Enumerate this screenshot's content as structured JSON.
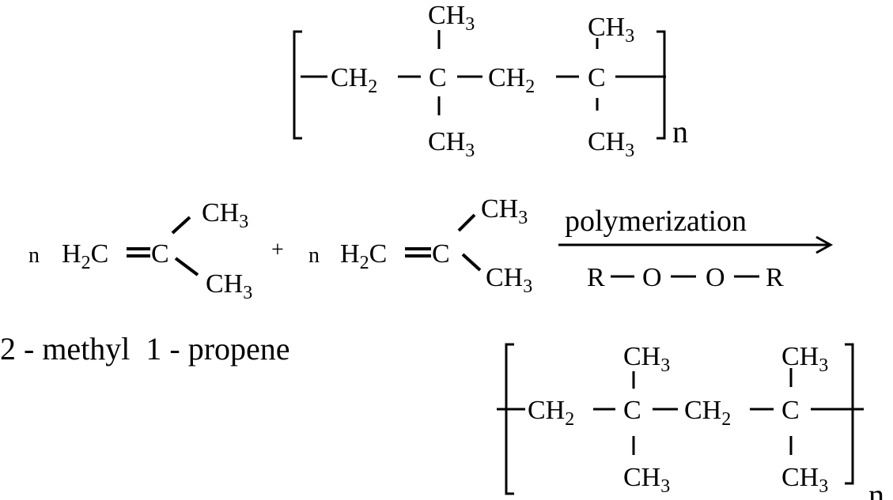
{
  "polymer_top": {
    "ch2": "CH",
    "two": "2",
    "c": "C",
    "ch3": "CH",
    "three": "3",
    "n": "n"
  },
  "monomer": {
    "n": "n",
    "h": "H",
    "two": "2",
    "c_left": "C",
    "c": "C",
    "ch": "CH",
    "three": "3",
    "plus": "+"
  },
  "reaction": {
    "above_arrow": "polymerization",
    "r": "R",
    "o": "O"
  },
  "name_label": "2 - methyl  1 - propene",
  "polymer_bottom": {
    "ch2": "CH",
    "two": "2",
    "c": "C",
    "ch3": "CH",
    "three": "3",
    "n": "n"
  }
}
